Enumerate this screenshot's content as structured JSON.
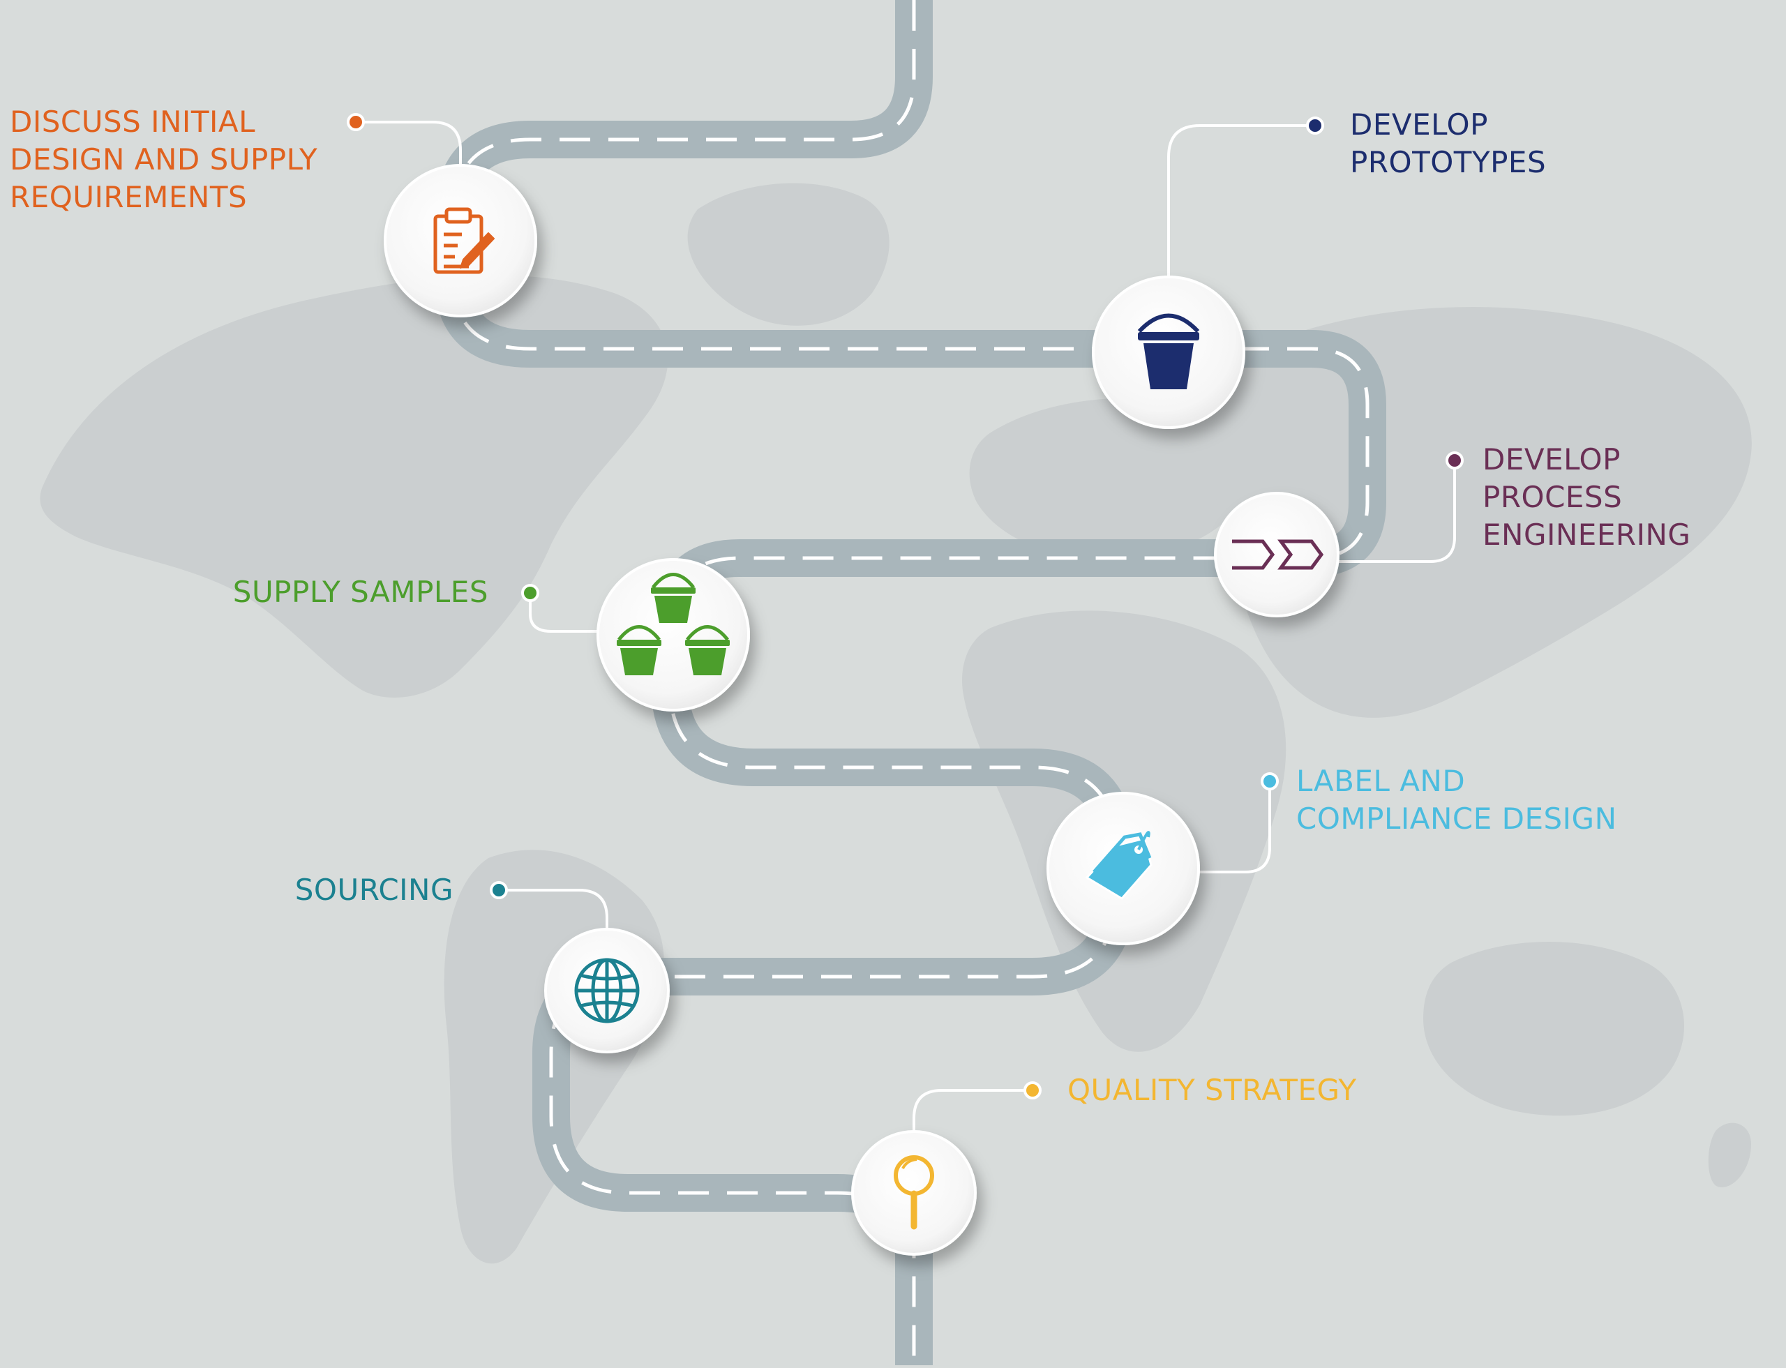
{
  "colors": {
    "background": "#d8dcdb",
    "map": "#cbcfd0",
    "road": "#a9b6bb",
    "lane": "#ffffff",
    "connector": "#ffffff"
  },
  "steps": [
    {
      "id": "discuss",
      "lines": [
        "DISCUSS INITIAL",
        "DESIGN AND SUPPLY",
        "REQUIREMENTS"
      ],
      "color": "#e0621f",
      "icon": "clipboard-icon"
    },
    {
      "id": "prototypes",
      "lines": [
        "DEVELOP",
        "PROTOTYPES"
      ],
      "color": "#1c2d6e",
      "icon": "bucket-icon"
    },
    {
      "id": "process",
      "lines": [
        "DEVELOP",
        "PROCESS",
        "ENGINEERING"
      ],
      "color": "#6a2f55",
      "icon": "process-flow-icon"
    },
    {
      "id": "samples",
      "lines": [
        "SUPPLY SAMPLES"
      ],
      "color": "#4c9e2c",
      "icon": "stacked-buckets-icon"
    },
    {
      "id": "label",
      "lines": [
        "LABEL AND",
        "COMPLIANCE DESIGN"
      ],
      "color": "#4bbcdf",
      "icon": "price-tag-icon"
    },
    {
      "id": "sourcing",
      "lines": [
        "SOURCING"
      ],
      "color": "#1b8190",
      "icon": "globe-icon"
    },
    {
      "id": "quality",
      "lines": [
        "QUALITY STRATEGY"
      ],
      "color": "#f3b631",
      "icon": "magnifier-icon"
    }
  ]
}
